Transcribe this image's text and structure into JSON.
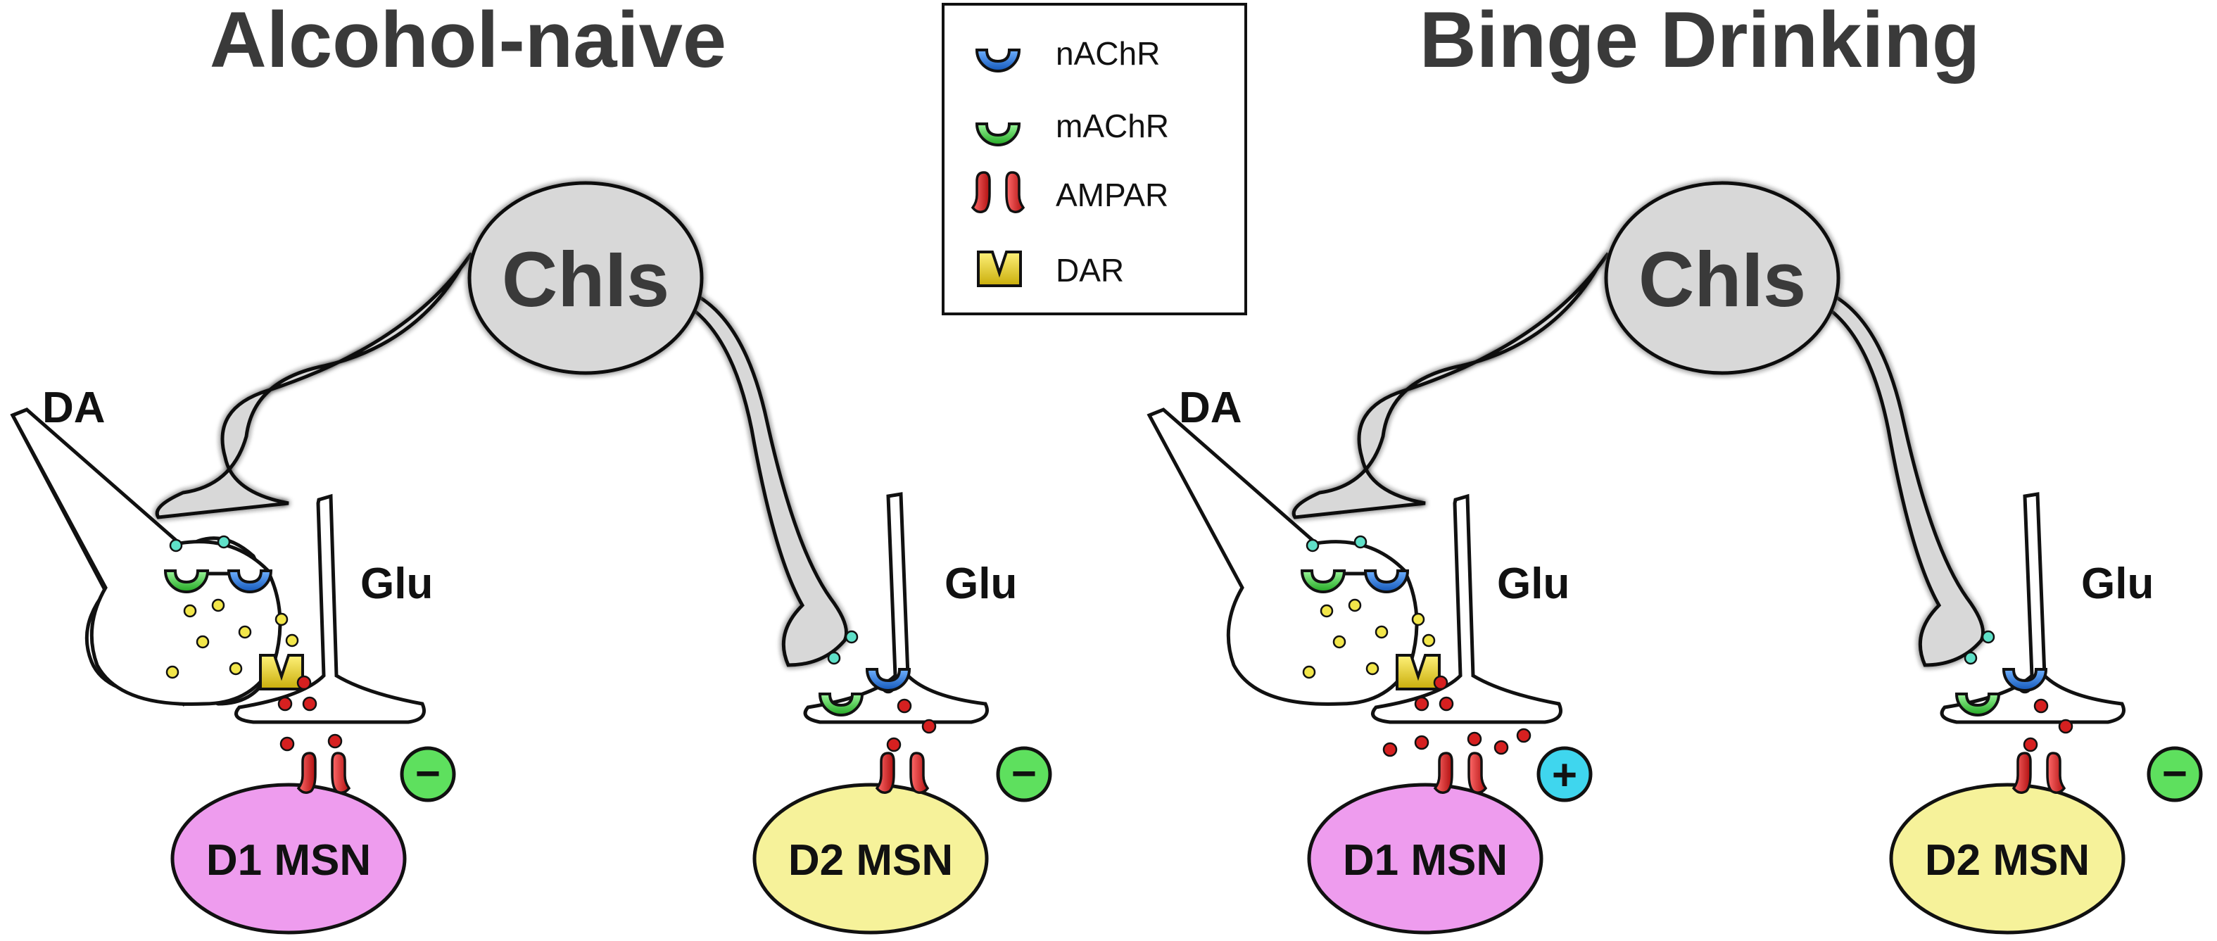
{
  "panels": [
    {
      "title": "Alcohol-naive",
      "chis_label": "ChIs",
      "da_label": "DA",
      "glu_left": "Glu",
      "glu_right": "Glu",
      "d1_label": "D1 MSN",
      "d2_label": "D2 MSN",
      "d1_sign": "−",
      "d2_sign": "−",
      "colors": {
        "d1_sign": "#5ee05e",
        "d2_sign": "#5ee05e"
      }
    },
    {
      "title": "Binge Drinking",
      "chis_label": "ChIs",
      "da_label": "DA",
      "glu_left": "Glu",
      "glu_right": "Glu",
      "d1_label": "D1 MSN",
      "d2_label": "D2 MSN",
      "d1_sign": "+",
      "d2_sign": "−",
      "colors": {
        "d1_sign": "#3fd6ee",
        "d2_sign": "#5ee05e"
      }
    }
  ],
  "legend": {
    "items": [
      {
        "label": "nAChR",
        "icon": "nachr-receptor-icon",
        "color": "#1f6fd6"
      },
      {
        "label": "mAChR",
        "icon": "machr-receptor-icon",
        "color": "#3fcf3f"
      },
      {
        "label": "AMPAR",
        "icon": "ampar-receptor-icon",
        "color": "#d62020"
      },
      {
        "label": "DAR",
        "icon": "dar-receptor-icon",
        "color": "#e8d21e"
      }
    ]
  },
  "colors": {
    "chis_fill": "#d8d8d8",
    "d1_fill": "#ee9cee",
    "d2_fill": "#f6f29a",
    "dopamine_vesicle": "#f2e64a",
    "ach_vesicle": "#5fe0c8",
    "glu_vesicle": "#d62020"
  }
}
